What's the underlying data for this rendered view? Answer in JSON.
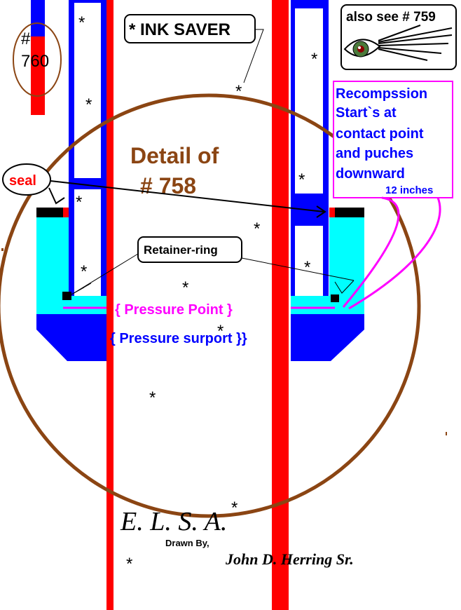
{
  "colors": {
    "red": "#ff0000",
    "blue": "#0000ff",
    "cyan": "#00ffff",
    "brown": "#8b4513",
    "magenta": "#ff00ff",
    "black": "#000000",
    "white": "#ffffff"
  },
  "labels": {
    "ink_saver": "* INK  SAVER",
    "detail_line1": "Detail of",
    "detail_line2": "# 758",
    "seal": "seal",
    "retainer": "Retainer-ring",
    "pressure_point": "{ Pressure Point }",
    "pressure_support": "{ Pressure surport }}",
    "recomp_line1": "Recompssion",
    "recomp_line2": "Start`s at",
    "recomp_line3": "contact point",
    "recomp_line4": "and puches",
    "recomp_line5": "downward",
    "twelve_inches": "12  inches",
    "also_see": "also see # 759",
    "ref_760_hash": "#",
    "ref_760_num": "760",
    "elsa": "E. L. S. A.",
    "drawn_by": "Drawn By,",
    "author": "John D. Herring Sr.",
    "asterisk": "*"
  },
  "icons": [
    "eye-icon"
  ]
}
